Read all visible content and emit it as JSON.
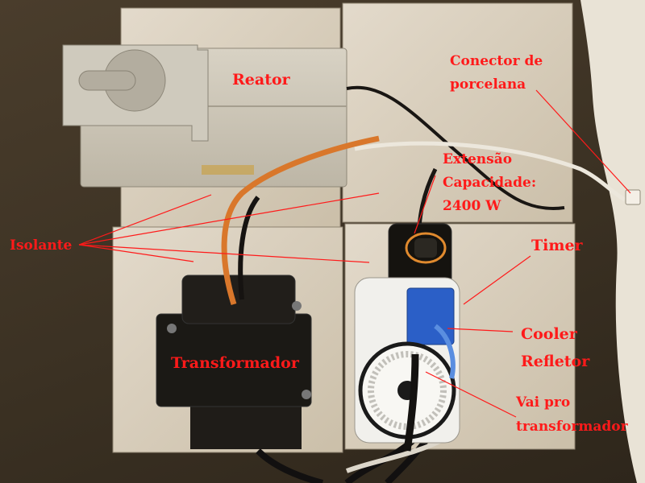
{
  "labels": {
    "reator": "Reator",
    "conector_line1": "Conector de",
    "conector_line2": "porcelana",
    "extensao_line1": "Extensão",
    "extensao_line2": "Capacidade:",
    "extensao_line3": "2400 W",
    "isolante": "Isolante",
    "timer": "Timer",
    "cooler_line1": "Cooler",
    "cooler_line2": "Refletor",
    "transformador": "Transformador",
    "vai_line1": "Vai pro",
    "vai_line2": "transformador"
  },
  "colors": {
    "annotation": "#ff1a1a",
    "background": "#3b3123",
    "board": "#d9cfbf"
  }
}
